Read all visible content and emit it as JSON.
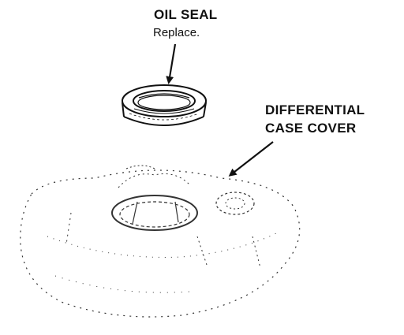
{
  "labels": {
    "oil_seal": {
      "title": "OIL SEAL",
      "note": "Replace."
    },
    "differential_case_cover": {
      "line1": "DIFFERENTIAL",
      "line2": "CASE COVER"
    }
  },
  "colors": {
    "ink": "#111111",
    "background": "#ffffff"
  }
}
